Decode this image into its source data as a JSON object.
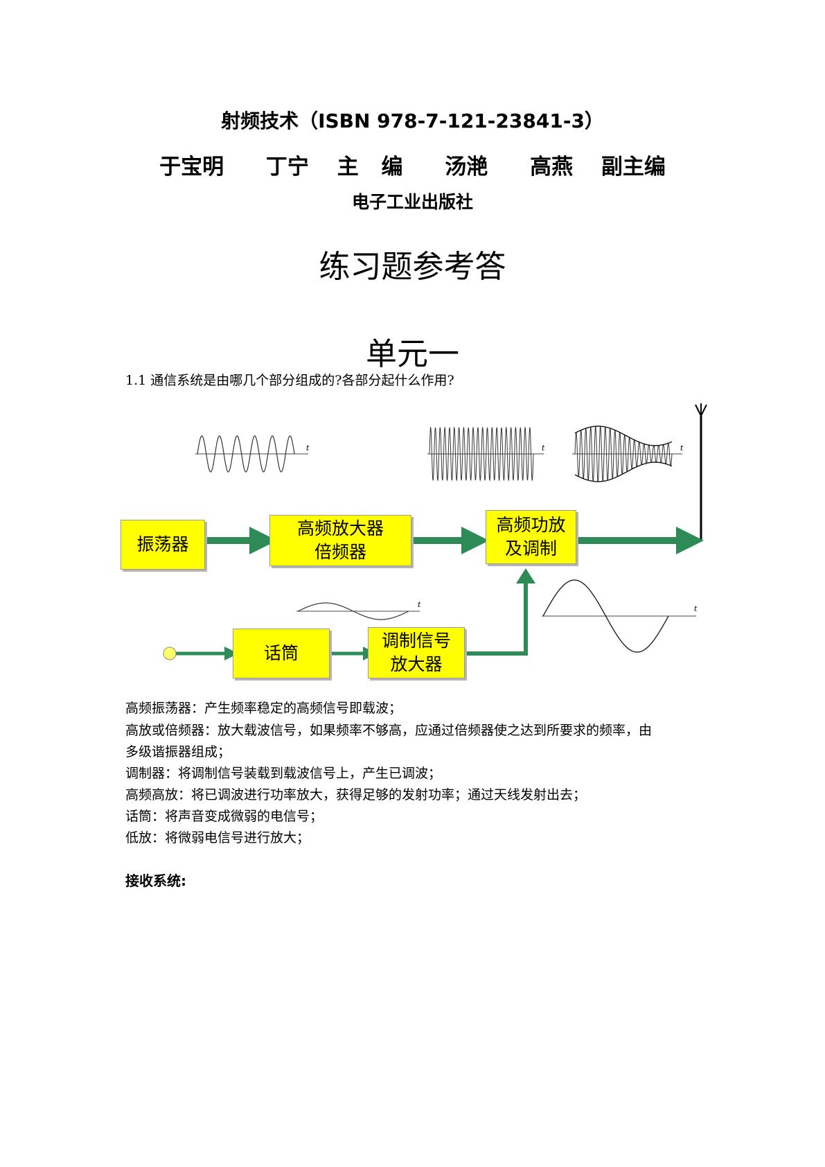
{
  "header": {
    "title": "射频技术（ISBN 978-7-121-23841-3）",
    "authors": [
      "于宝明",
      "丁宁",
      "主",
      "编",
      "汤滟",
      "高燕",
      "副主编"
    ],
    "publisher": "电子工业出版社"
  },
  "heading": "练习题参考答",
  "unit": "单元一",
  "question": "1.1 通信系统是由哪几个部分组成的?各部分起什么作用?",
  "diagram": {
    "blocks": {
      "oscillator": [
        "振荡器"
      ],
      "hf_amp": [
        "高频放大器",
        "倍频器"
      ],
      "hf_power": [
        "高频功放",
        "及调制"
      ],
      "microphone": [
        "话筒"
      ],
      "mod_amp": [
        "调制信号",
        "放大器"
      ]
    },
    "time_axis_label": "t",
    "colors": {
      "block_fill": "#ffff00",
      "arrow": "#2e8b57",
      "source_dot": "#ffff66"
    }
  },
  "descriptions": [
    "高频振荡器：产生频率稳定的高频信号即载波；",
    "高放或倍频器：放大载波信号，如果频率不够高，应通过倍频器使之达到所要求的频率，由",
    "多级谐振器组成；",
    "调制器：将调制信号装载到载波信号上，产生已调波；",
    "高频高放：将已调波进行功率放大，获得足够的发射功率；通过天线发射出去；",
    "话筒：将声音变成微弱的电信号；",
    "低放：将微弱电信号进行放大；"
  ],
  "receiver_heading": "接收系统:"
}
